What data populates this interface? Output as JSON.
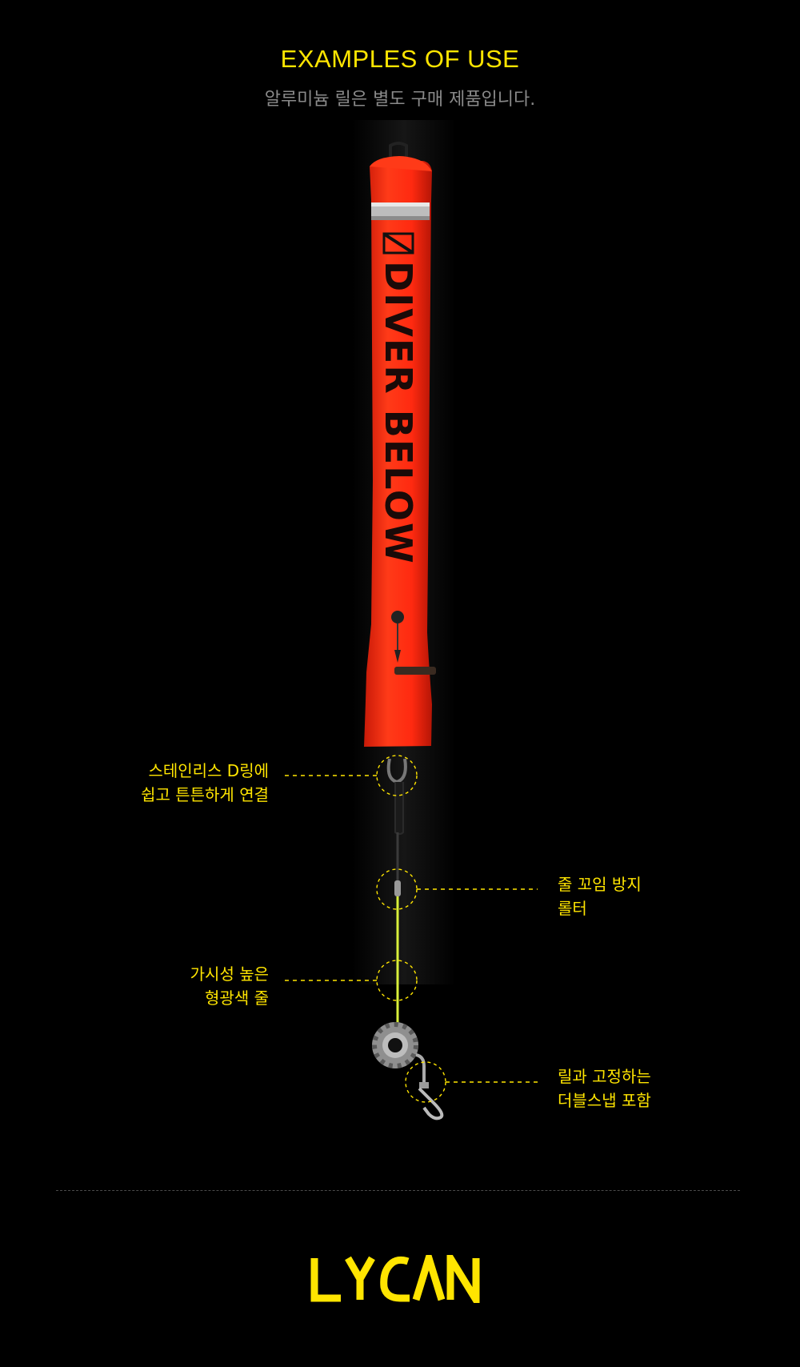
{
  "header": {
    "title": "EXAMPLES OF USE",
    "subtitle": "알루미늄 릴은 별도 구매 제품입니다."
  },
  "product": {
    "buoy_text": "DIVER BELOW",
    "buoy_color": "#ff2a10",
    "line_color": "#d8ef3a"
  },
  "callouts": [
    {
      "line1": "스테인리스 D링에",
      "line2": "쉽고 튼튼하게 연결"
    },
    {
      "line1": "줄 꼬임 방지",
      "line2": "롤터"
    },
    {
      "line1": "가시성 높은",
      "line2": "형광색 줄"
    },
    {
      "line1": "릴과 고정하는",
      "line2": "더블스냅 포함"
    }
  ],
  "brand": {
    "logo_text": "LYCAN",
    "color": "#ffe500"
  }
}
